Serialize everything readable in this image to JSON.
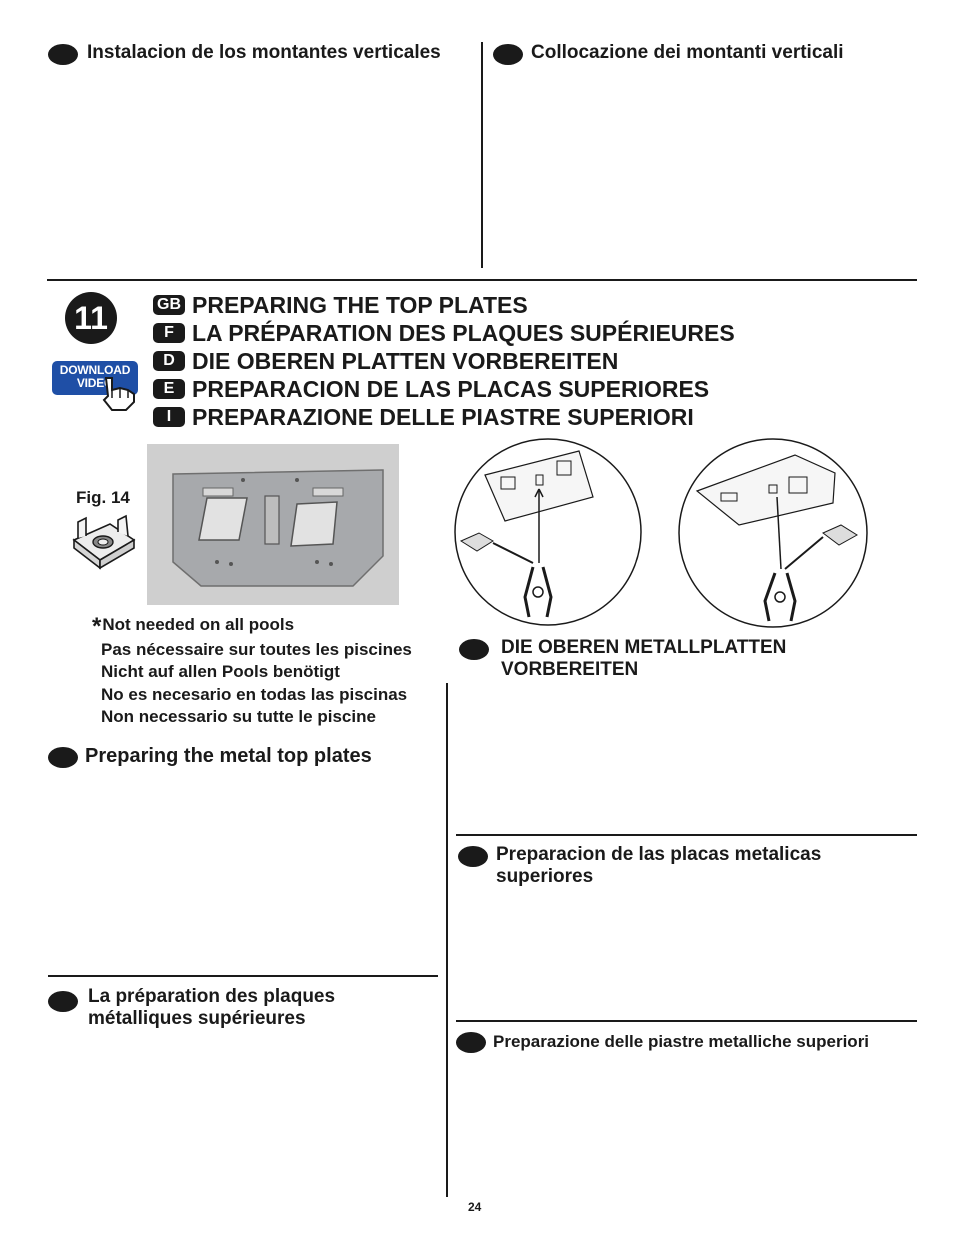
{
  "top_sections": {
    "es_title": "Instalacion de los montantes verticales",
    "it_title": "Collocazione dei montanti verticali"
  },
  "step": {
    "number": "11",
    "download_line1": "DOWNLOAD",
    "download_line2": "VIDEO",
    "headings": [
      {
        "flag": "GB",
        "title": "PREPARING THE TOP PLATES"
      },
      {
        "flag": "F",
        "title": "LA PRÉPARATION DES PLAQUES SUPÉRIEURES"
      },
      {
        "flag": "D",
        "title": "DIE OBEREN PLATTEN VORBEREITEN"
      },
      {
        "flag": "E",
        "title": "PREPARACION DE LAS PLACAS SUPERIORES"
      },
      {
        "flag": "I",
        "title": "PREPARAZIONE DELLE PIASTRE SUPERIORI"
      }
    ]
  },
  "figure": {
    "label": "Fig. 14"
  },
  "notes": {
    "star": "*",
    "lines": [
      "Not needed on all pools",
      "Pas nécessaire sur toutes les piscines",
      "Nicht auf allen Pools benötigt",
      "No es necesario en todas las piscinas",
      "Non necessario su tutte le piscine"
    ]
  },
  "sections": {
    "gb": "Preparing the metal top plates",
    "fr_line1": "La préparation des plaques",
    "fr_line2": "métalliques supérieures",
    "de_line1": "DIE OBEREN METALLPLATTEN",
    "de_line2": "VORBEREITEN",
    "es_line1": "Preparacion de las placas metalicas",
    "es_line2": "superiores",
    "it": "Preparazione delle piastre metalliche superiori"
  },
  "page_number": "24"
}
